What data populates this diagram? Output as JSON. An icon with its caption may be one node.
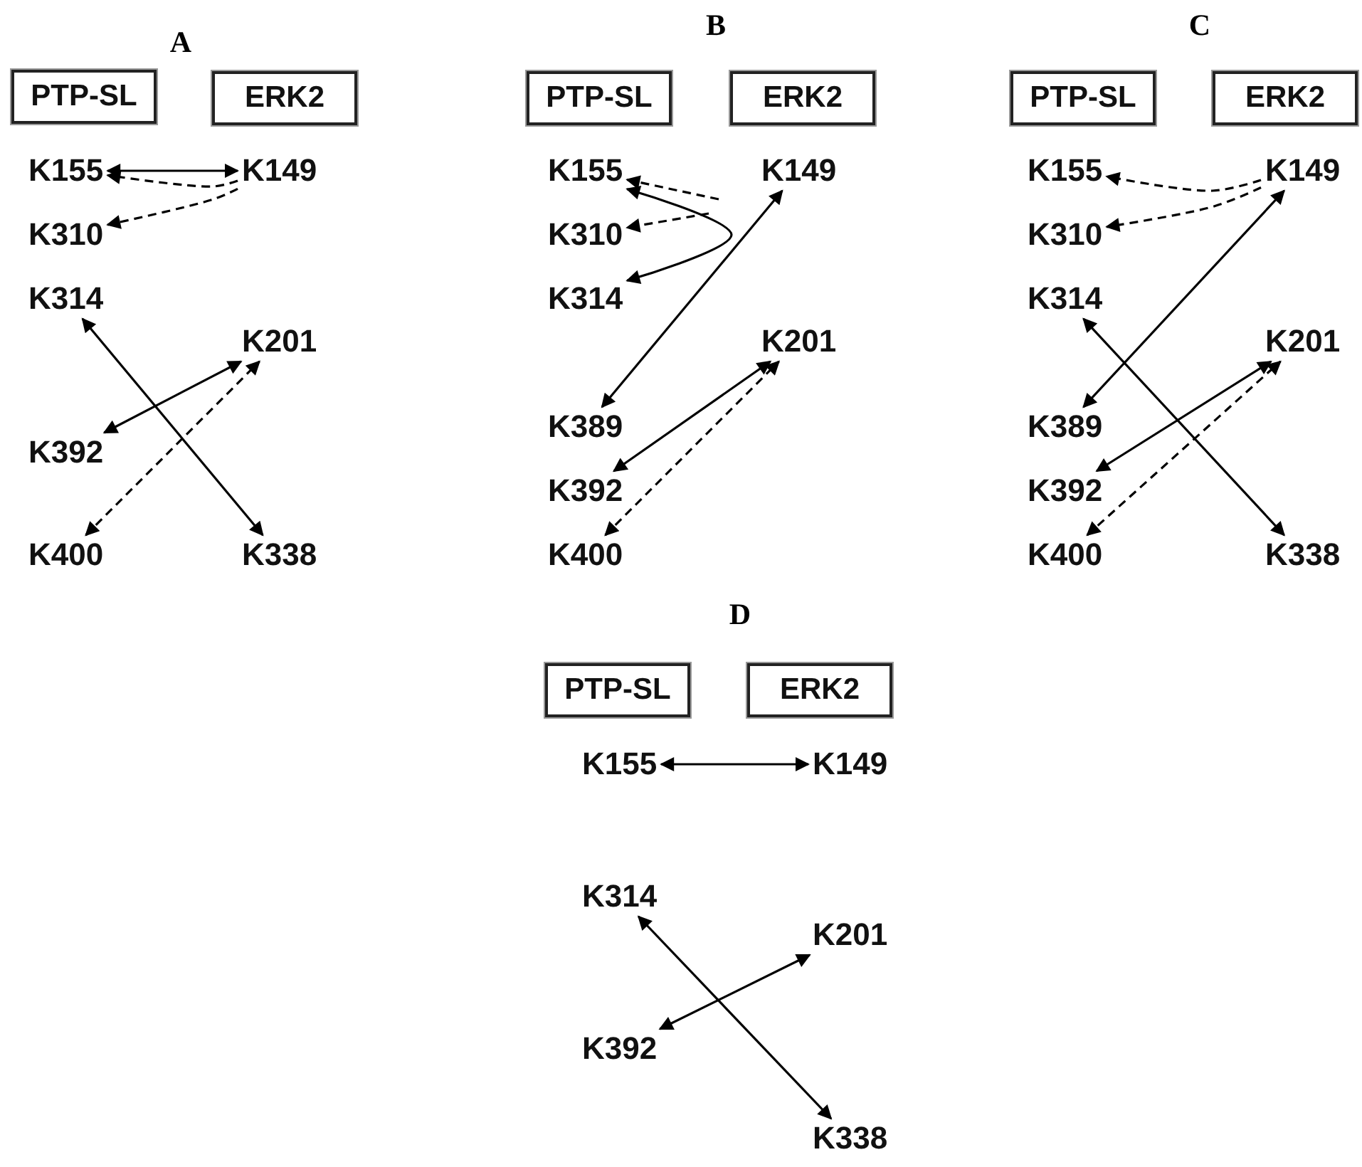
{
  "diagram": {
    "nodes": [
      {
        "text": [
          "PTP-SL"
        ]
      },
      {
        "text": [
          "ERK2"
        ]
      },
      {
        "text": [
          "K155"
        ]
      },
      {
        "text": [
          "K149"
        ]
      },
      {
        "text": [
          "K310"
        ]
      },
      {
        "text": [
          "K314"
        ]
      },
      {
        "text": [
          "K201"
        ]
      },
      {
        "text": [
          "K392"
        ]
      },
      {
        "text": [
          "K400"
        ]
      },
      {
        "text": [
          "K338"
        ]
      },
      {
        "text": [
          "PTP-SL"
        ]
      },
      {
        "text": [
          "ERK2"
        ]
      },
      {
        "text": [
          "K155"
        ]
      },
      {
        "text": [
          "K149"
        ]
      },
      {
        "text": [
          "K310"
        ]
      },
      {
        "text": [
          "K314"
        ]
      },
      {
        "text": [
          "K201"
        ]
      },
      {
        "text": [
          "K389"
        ]
      },
      {
        "text": [
          "K392"
        ]
      },
      {
        "text": [
          "K400"
        ]
      },
      {
        "text": [
          "PTP-SL"
        ]
      },
      {
        "text": [
          "ERK2"
        ]
      },
      {
        "text": [
          "K155"
        ]
      },
      {
        "text": [
          "K149"
        ]
      },
      {
        "text": [
          "K310"
        ]
      },
      {
        "text": [
          "K314"
        ]
      },
      {
        "text": [
          "K201"
        ]
      },
      {
        "text": [
          "K389"
        ]
      },
      {
        "text": [
          "K392"
        ]
      },
      {
        "text": [
          "K400"
        ]
      },
      {
        "text": [
          "K338"
        ]
      },
      {
        "text": [
          "PTP-SL"
        ]
      },
      {
        "text": [
          "ERK2"
        ]
      },
      {
        "text": [
          "K155"
        ]
      },
      {
        "text": [
          "K149"
        ]
      },
      {
        "text": [
          "K314"
        ]
      },
      {
        "text": [
          "K201"
        ]
      },
      {
        "text": [
          "K392"
        ]
      },
      {
        "text": [
          "K338"
        ]
      }
    ],
    "edges": [
      {
        "from": 2,
        "to": 3,
        "arrow": "both"
      },
      {
        "from": 3,
        "to": 2,
        "arrow": "to",
        "style": "dashed"
      },
      {
        "from": 3,
        "to": 4,
        "arrow": "to",
        "style": "dashed"
      },
      {
        "from": 5,
        "to": 9,
        "arrow": "both"
      },
      {
        "from": 7,
        "to": 6,
        "arrow": "both"
      },
      {
        "from": 8,
        "to": 6,
        "arrow": "both",
        "style": "dashed"
      },
      {
        "from": 12,
        "to": 15,
        "arrow": "both"
      },
      {
        "from": null,
        "to": 12,
        "arrow": "to",
        "style": "dashed"
      },
      {
        "from": null,
        "to": 14,
        "arrow": "to",
        "style": "dashed"
      },
      {
        "from": 17,
        "to": 13,
        "arrow": "both"
      },
      {
        "from": 18,
        "to": 16,
        "arrow": "both"
      },
      {
        "from": 19,
        "to": 16,
        "arrow": "both",
        "style": "dashed"
      },
      {
        "from": 23,
        "to": 22,
        "arrow": "to",
        "style": "dashed"
      },
      {
        "from": 23,
        "to": 24,
        "arrow": "to",
        "style": "dashed"
      },
      {
        "from": 27,
        "to": 23,
        "arrow": "both"
      },
      {
        "from": 28,
        "to": 26,
        "arrow": "both"
      },
      {
        "from": 29,
        "to": 26,
        "arrow": "both",
        "style": "dashed"
      },
      {
        "from": 25,
        "to": 30,
        "arrow": "both"
      },
      {
        "from": 33,
        "to": 34,
        "arrow": "both"
      },
      {
        "from": 35,
        "to": 38,
        "arrow": "both"
      },
      {
        "from": 37,
        "to": 36,
        "arrow": "both"
      }
    ],
    "labels": [
      "A",
      "B",
      "C",
      "D"
    ]
  }
}
